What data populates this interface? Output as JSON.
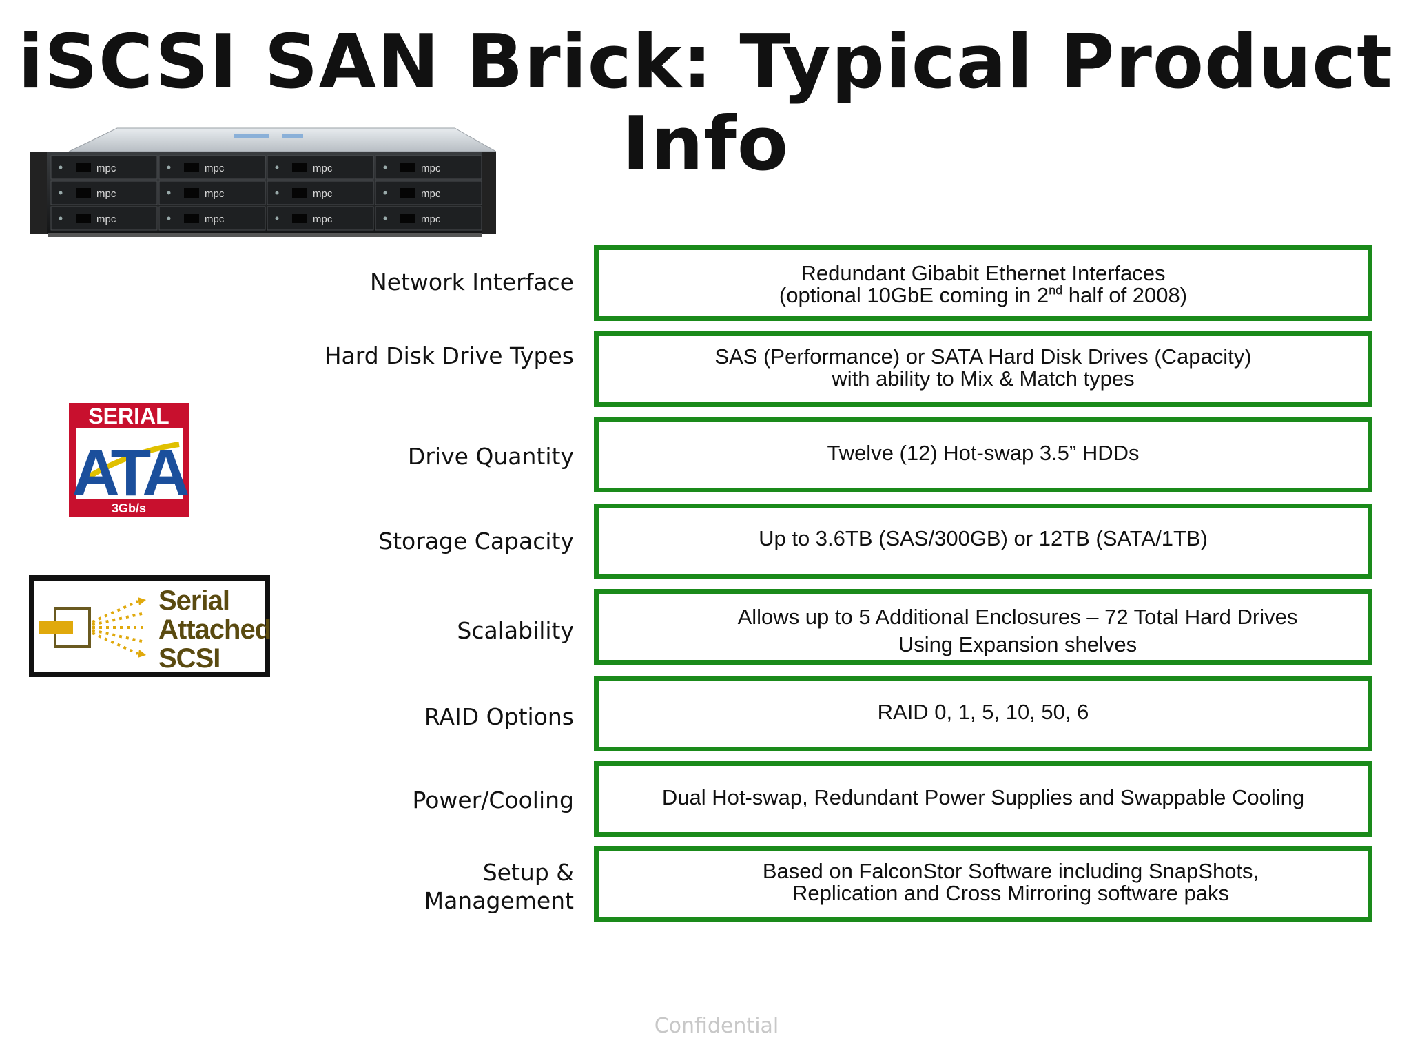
{
  "slide": {
    "title": "iSCSI SAN Brick: Typical Product Info",
    "footer": "Confidential"
  },
  "logos": {
    "sata": {
      "top": "SERIAL",
      "main": "ATA",
      "speed": "3Gb/s"
    },
    "sas": {
      "line1": "Serial",
      "line2": "Attached",
      "line3": "SCSI"
    },
    "server_drive_label": "mpc"
  },
  "colors": {
    "box_border": "#1a8a1a",
    "sata_red": "#c8102e",
    "sata_blue": "#1b4f9c",
    "sas_gold": "#e0a90c"
  },
  "specs": [
    {
      "label": "Network Interface",
      "lines": [
        "Redundant Gibabit Ethernet Interfaces",
        "(optional 10GbE coming in 2",
        "nd",
        " half of 2008)"
      ]
    },
    {
      "label": "Hard Disk Drive Types",
      "lines": [
        "SAS (Performance) or SATA Hard Disk Drives (Capacity)",
        "with ability to Mix & Match types"
      ]
    },
    {
      "label": "Drive Quantity",
      "lines": [
        "Twelve (12) Hot-swap 3.5” HDDs"
      ]
    },
    {
      "label": "Storage Capacity",
      "lines": [
        "Up to 3.6TB (SAS/300GB) or 12TB (SATA/1TB)"
      ]
    },
    {
      "label": "Scalability",
      "lines": [
        "Allows up to 5 Additional Enclosures – 72 Total Hard Drives",
        "Using Expansion shelves"
      ]
    },
    {
      "label": "RAID Options",
      "lines": [
        "RAID 0, 1, 5, 10, 50, 6"
      ]
    },
    {
      "label": "Power/Cooling",
      "lines": [
        "Dual Hot-swap, Redundant Power Supplies and Swappable Cooling"
      ]
    },
    {
      "label_lines": [
        "Setup &",
        "Management"
      ],
      "lines": [
        "Based on FalconStor Software including SnapShots,",
        "Replication and Cross Mirroring software paks"
      ]
    }
  ]
}
